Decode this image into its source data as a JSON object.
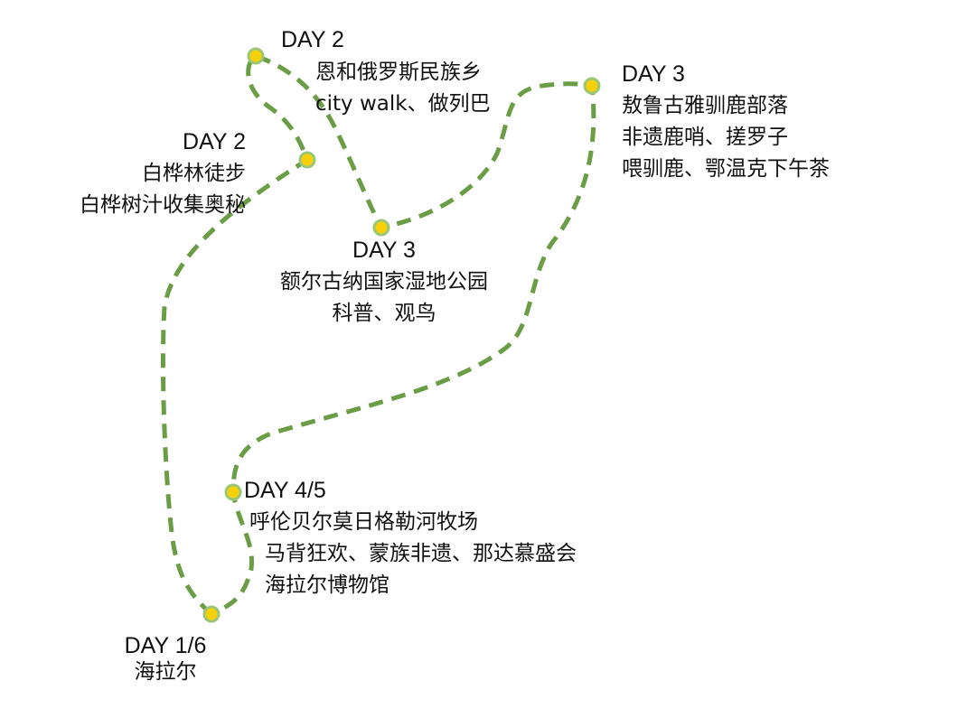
{
  "colors": {
    "route": "#6b9c46",
    "dot_fill": "#f6d10a",
    "dot_border": "#9cc777",
    "text": "#111111"
  },
  "stops": [
    {
      "id": "day2-enhe",
      "day": "DAY 2",
      "lines": [
        "恩和俄罗斯民族乡",
        "city walk、做列巴"
      ]
    },
    {
      "id": "day2-birch",
      "day": "DAY 2",
      "lines": [
        "白桦林徒步",
        "白桦树汁收集奥秘"
      ]
    },
    {
      "id": "day3-aoluguya",
      "day": "DAY 3",
      "lines": [
        "敖鲁古雅驯鹿部落",
        "非遗鹿哨、搓罗子",
        "喂驯鹿、鄂温克下午茶"
      ]
    },
    {
      "id": "day3-wetland",
      "day": "DAY 3",
      "lines": [
        "额尔古纳国家湿地公园",
        "科普、观鸟"
      ]
    },
    {
      "id": "day45-ranch",
      "day": "DAY 4/5",
      "lines": [
        "呼伦贝尔莫日格勒河牧场",
        "马背狂欢、蒙族非遗、那达慕盛会",
        "海拉尔博物馆"
      ]
    },
    {
      "id": "day16-hailar",
      "day": "DAY 1/6",
      "lines": [
        "海拉尔"
      ]
    }
  ]
}
